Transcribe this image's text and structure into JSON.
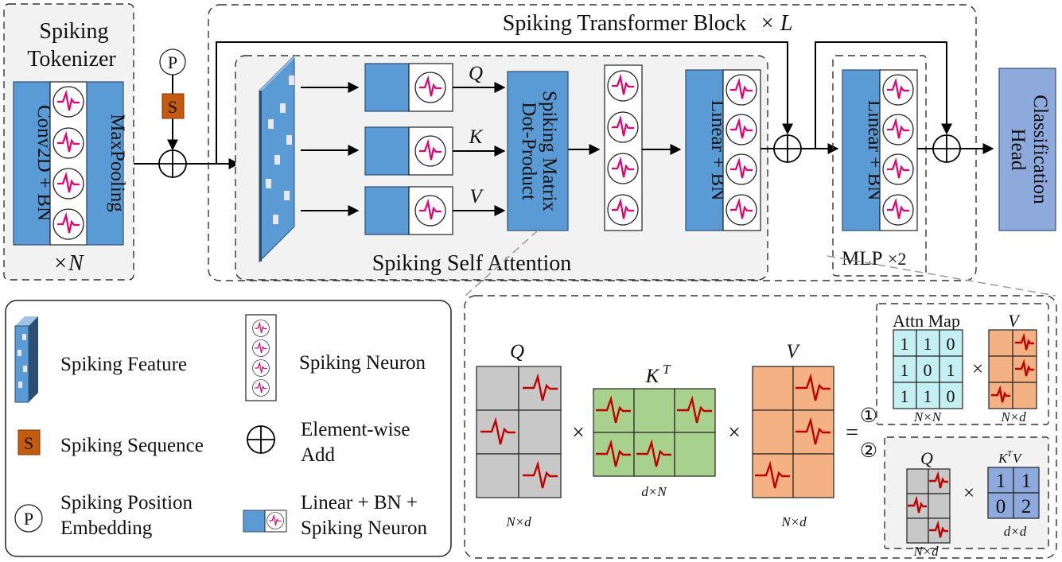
{
  "tokenizer": {
    "title_line1": "Spiking",
    "title_line2": "Tokenizer",
    "conv_label": "Conv2D + BN",
    "pool_label": "MaxPooling",
    "repeat_prefix": "×",
    "repeat_var": "N"
  },
  "pos_embed": {
    "p_symbol": "P",
    "s_symbol": "S"
  },
  "transformer": {
    "title": "Spiking Transformer Block",
    "repeat": "× L"
  },
  "ssa": {
    "title": "Spiking Self Attention",
    "q": "Q",
    "k": "K",
    "v": "V",
    "matrix_line1": "Spiking Matrix",
    "matrix_line2": "Dot-Product",
    "linear_label": "Linear + BN"
  },
  "mlp": {
    "linear_label": "Linear + BN",
    "caption": "MLP",
    "repeat": "×2"
  },
  "head": {
    "line1": "Classification",
    "line2": "Head"
  },
  "legend": {
    "spiking_feature": "Spiking Feature",
    "spiking_neuron": "Spiking Neuron",
    "spiking_sequence": "Spiking Sequence",
    "element_wise_line1": "Element-wise",
    "element_wise_line2": "Add",
    "pos_line1": "Spiking Position",
    "pos_line2": "Embedding",
    "lin_line1": "Linear + BN +",
    "lin_line2": "Spiking Neuron"
  },
  "detail": {
    "q_label": "Q",
    "q_dims": "N×d",
    "kt_label": "K",
    "kt_sup": "T",
    "kt_dims": "d×N",
    "v_label": "V",
    "v_dims": "N×d",
    "times": "×",
    "equals": "=",
    "opt1": "①",
    "opt2": "②",
    "attn_title": "Attn Map",
    "attn_values": [
      [
        "1",
        "1",
        "0"
      ],
      [
        "1",
        "0",
        "1"
      ],
      [
        "1",
        "1",
        "0"
      ]
    ],
    "attn_dims": "N×N",
    "v2_label": "V",
    "v2_dims": "N×d",
    "q2_label": "Q",
    "q2_dims": "N×d",
    "ktv_label": "K",
    "ktv_sup": "T",
    "ktv_tail": "V",
    "ktv_values": [
      [
        "1",
        "1"
      ],
      [
        "0",
        "2"
      ]
    ],
    "ktv_dims": "d×d"
  },
  "colors": {
    "blue": "#5b9bd5",
    "orange": "#c55a11",
    "green": "#a9d18e",
    "peach": "#f4b183",
    "cyan": "#c5f0f3",
    "gray": "#c8c8c8",
    "lavender": "#8ea9db",
    "spike_red": "#c00000",
    "spike_pink": "#e6006e"
  }
}
